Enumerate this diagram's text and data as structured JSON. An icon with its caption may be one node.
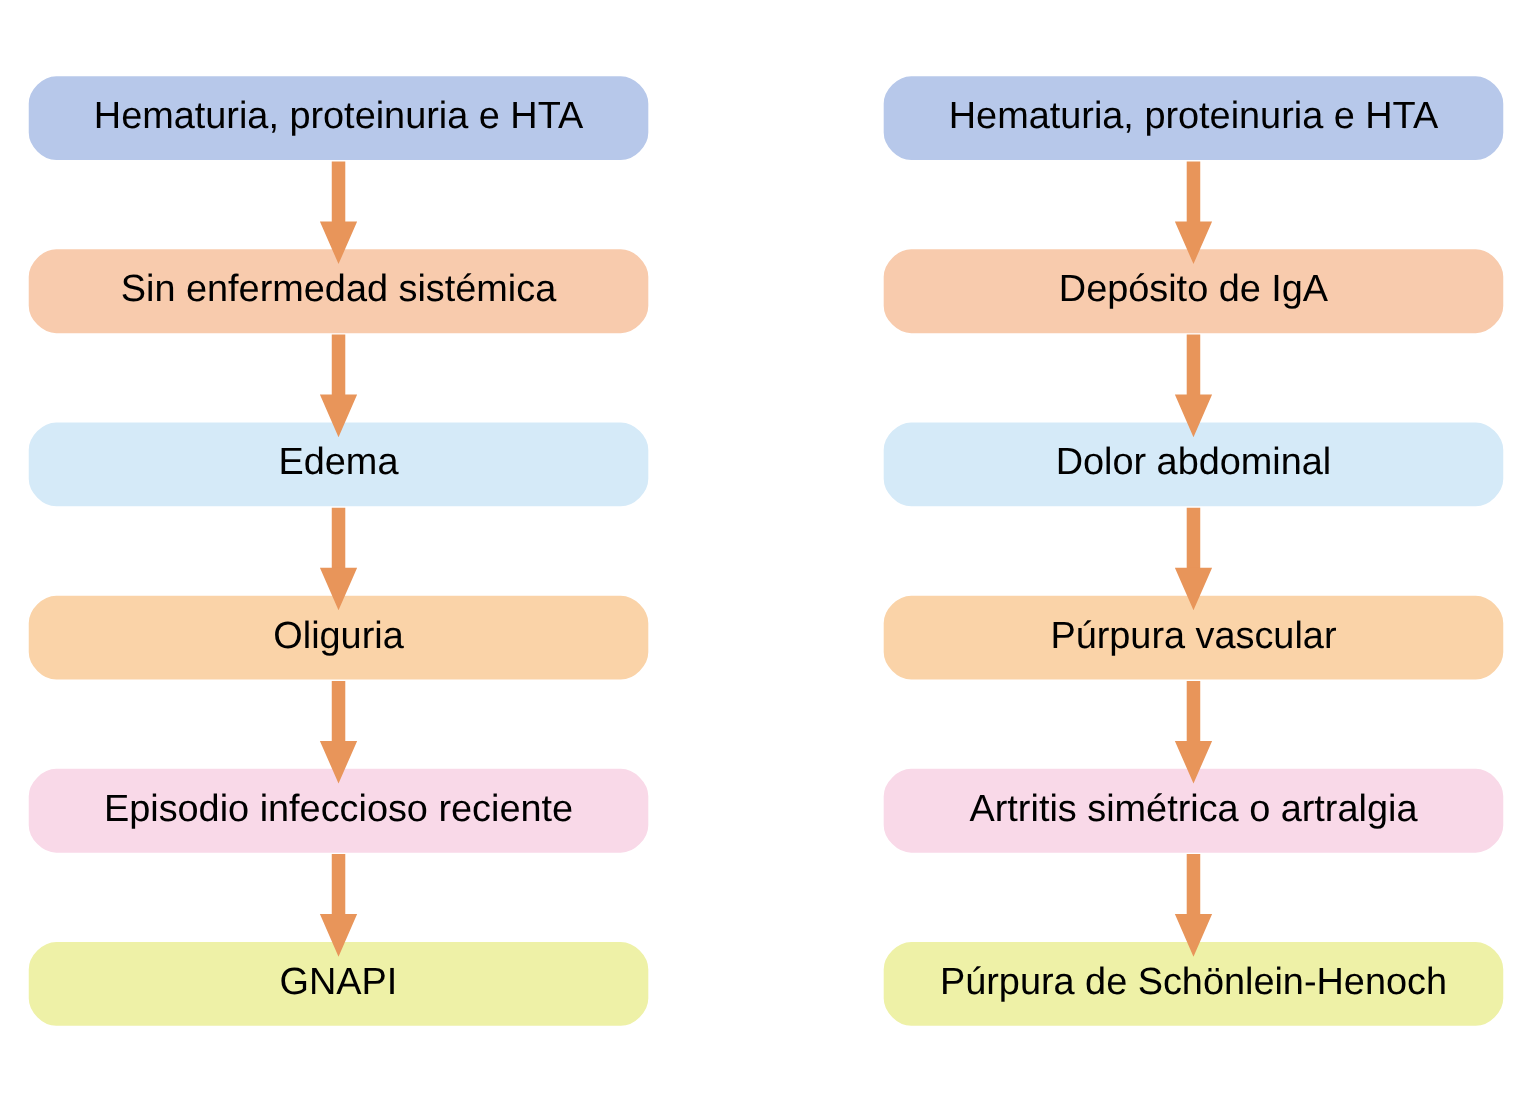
{
  "diagram": {
    "nodes": [
      {
        "text": [
          "Hematuria, proteinuria e HTA"
        ]
      },
      {
        "text": [
          "Sin enfermedad sistémica"
        ]
      },
      {
        "text": [
          "Edema"
        ]
      },
      {
        "text": [
          "Oliguria"
        ]
      },
      {
        "text": [
          "Episodio infeccioso reciente"
        ]
      },
      {
        "text": [
          "GNAPI"
        ]
      },
      {
        "text": [
          "Hematuria, proteinuria e HTA"
        ]
      },
      {
        "text": [
          "Depósito de IgA"
        ]
      },
      {
        "text": [
          "Dolor abdominal"
        ]
      },
      {
        "text": [
          "Púrpura vascular"
        ]
      },
      {
        "text": [
          "Artritis simétrica o artralgia"
        ]
      },
      {
        "text": [
          "Púrpura de Schönlein-Henoch"
        ]
      }
    ],
    "edges": [
      {
        "from": 0,
        "to": 1,
        "arrow": "to"
      },
      {
        "from": 1,
        "to": 2,
        "arrow": "to"
      },
      {
        "from": 2,
        "to": 3,
        "arrow": "to"
      },
      {
        "from": 3,
        "to": 4,
        "arrow": "to"
      },
      {
        "from": 4,
        "to": 5,
        "arrow": "to"
      },
      {
        "from": 6,
        "to": 7,
        "arrow": "to"
      },
      {
        "from": 7,
        "to": 8,
        "arrow": "to"
      },
      {
        "from": 8,
        "to": 9,
        "arrow": "to"
      },
      {
        "from": 9,
        "to": 10,
        "arrow": "to"
      },
      {
        "from": 10,
        "to": 11,
        "arrow": "to"
      }
    ]
  }
}
